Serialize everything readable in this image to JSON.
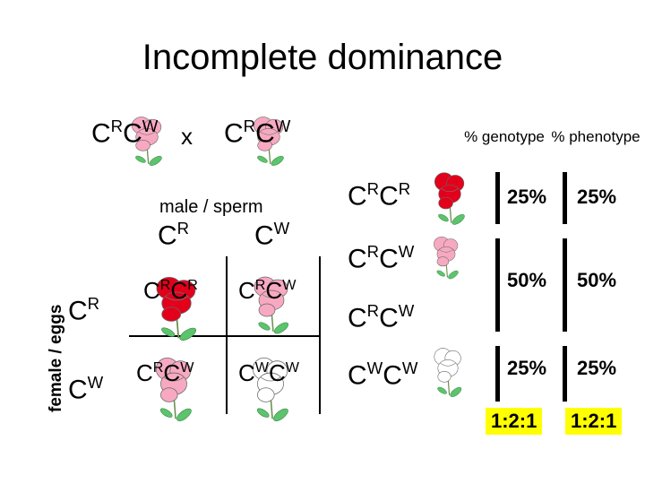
{
  "title": "Incomplete dominance",
  "allele_base": "C",
  "cross": {
    "parent1": {
      "a": "R",
      "b": "W"
    },
    "operator": "x",
    "parent2": {
      "a": "R",
      "b": "W"
    }
  },
  "punnett": {
    "male_label": "male / sperm",
    "female_label": "female / eggs",
    "cols": [
      "R",
      "W"
    ],
    "rows": [
      "R",
      "W"
    ],
    "cells": [
      {
        "a": "R",
        "b": "R",
        "color": "red"
      },
      {
        "a": "R",
        "b": "W",
        "color": "pink"
      },
      {
        "a": "R",
        "b": "W",
        "color": "pink"
      },
      {
        "a": "W",
        "b": "W",
        "color": "white"
      }
    ]
  },
  "results": {
    "genotype_header": "% genotype",
    "phenotype_header": "% phenotype",
    "genotypes": [
      {
        "a": "R",
        "b": "R"
      },
      {
        "a": "R",
        "b": "W"
      },
      {
        "a": "R",
        "b": "W"
      },
      {
        "a": "W",
        "b": "W"
      }
    ],
    "genotype_pcts": [
      "25%",
      "50%",
      "25%"
    ],
    "phenotype_pcts": [
      "25%",
      "50%",
      "25%"
    ],
    "genotype_ratio": "1:2:1",
    "phenotype_ratio": "1:2:1"
  },
  "colors": {
    "red": "#e3001b",
    "pink": "#f7a9c2",
    "white": "#ffffff",
    "ratio_bg": "#ffff00",
    "leaf": "#5cc46c"
  }
}
